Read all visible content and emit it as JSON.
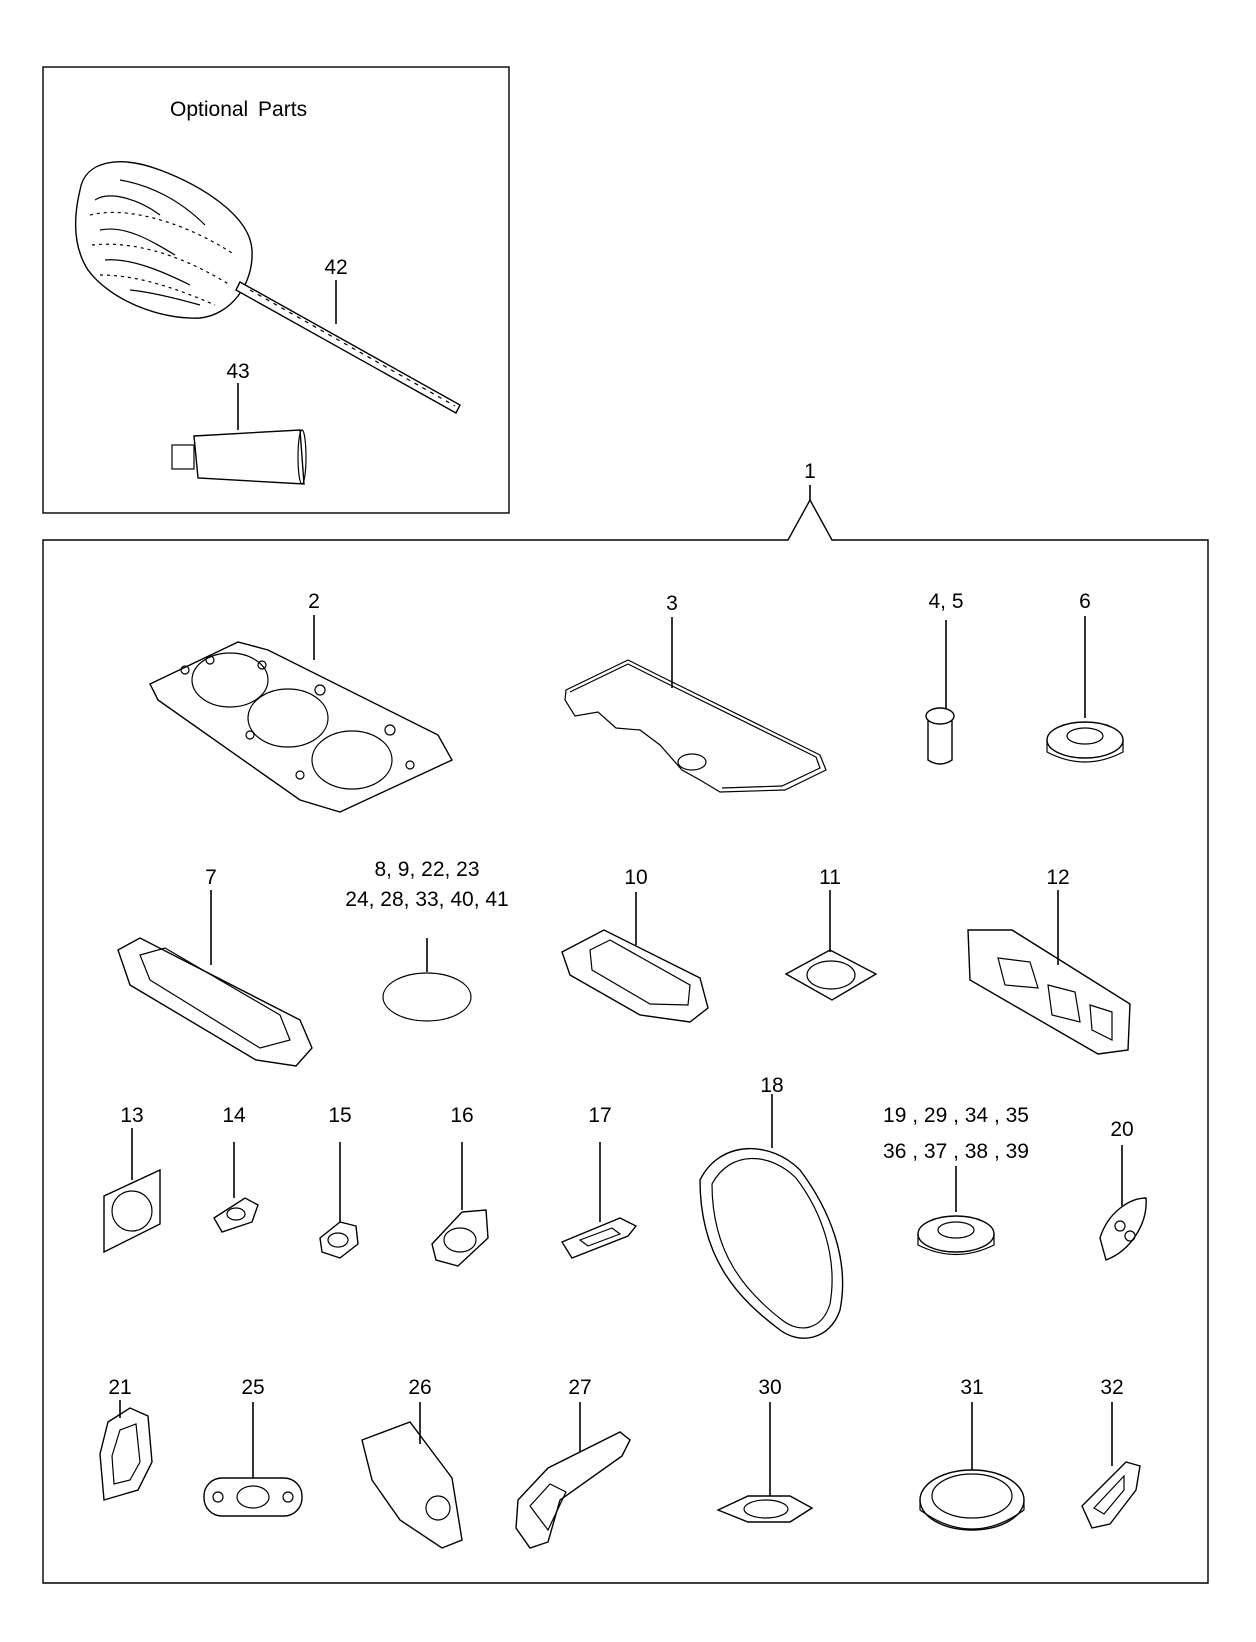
{
  "optional_panel": {
    "title": "Optional Parts"
  },
  "labels": {
    "p1": "1",
    "p2": "2",
    "p3": "3",
    "p4_5": "4, 5",
    "p6": "6",
    "p7": "7",
    "p8_line1": "8, 9, 22, 23",
    "p8_line2": "24, 28, 33, 40, 41",
    "p10": "10",
    "p11": "11",
    "p12": "12",
    "p13": "13",
    "p14": "14",
    "p15": "15",
    "p16": "16",
    "p17": "17",
    "p18": "18",
    "p19_line1": "19 , 29 , 34 , 35",
    "p19_line2": "36 , 37 , 38 , 39",
    "p20": "20",
    "p21": "21",
    "p25": "25",
    "p26": "26",
    "p27": "27",
    "p30": "30",
    "p31": "31",
    "p32": "32",
    "p42": "42",
    "p43": "43"
  },
  "colors": {
    "line": "#000000",
    "background": "#ffffff"
  }
}
